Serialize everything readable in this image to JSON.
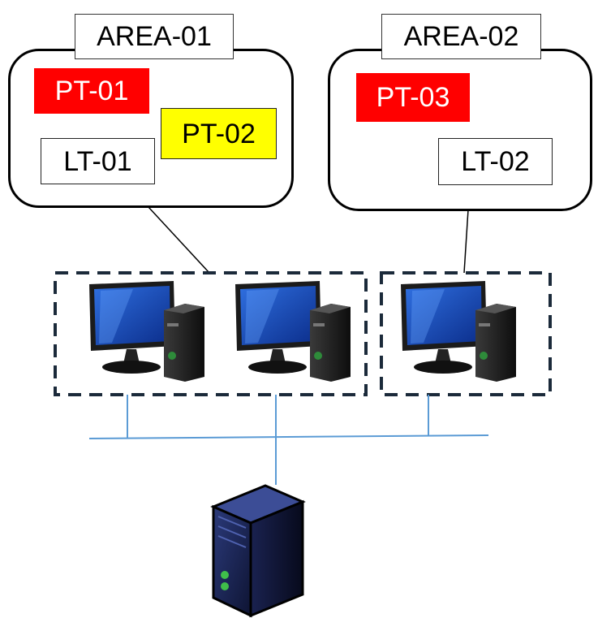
{
  "areas": [
    {
      "title": "AREA-01",
      "tags": [
        {
          "label": "PT-01",
          "bg": "#ff0000",
          "fg": "#ffffff"
        },
        {
          "label": "PT-02",
          "bg": "#ffff00",
          "fg": "#000000"
        },
        {
          "label": "LT-01",
          "bg": "#ffffff",
          "fg": "#000000"
        }
      ]
    },
    {
      "title": "AREA-02",
      "tags": [
        {
          "label": "PT-03",
          "bg": "#ff0000",
          "fg": "#ffffff"
        },
        {
          "label": "LT-02",
          "bg": "#ffffff",
          "fg": "#000000"
        }
      ]
    }
  ],
  "icons": {
    "workstation": "desktop-computer-icon",
    "server": "server-tower-icon"
  },
  "colors": {
    "bus_line": "#5b9bd5",
    "alarm": "#ff0000",
    "warning": "#ffff00"
  }
}
